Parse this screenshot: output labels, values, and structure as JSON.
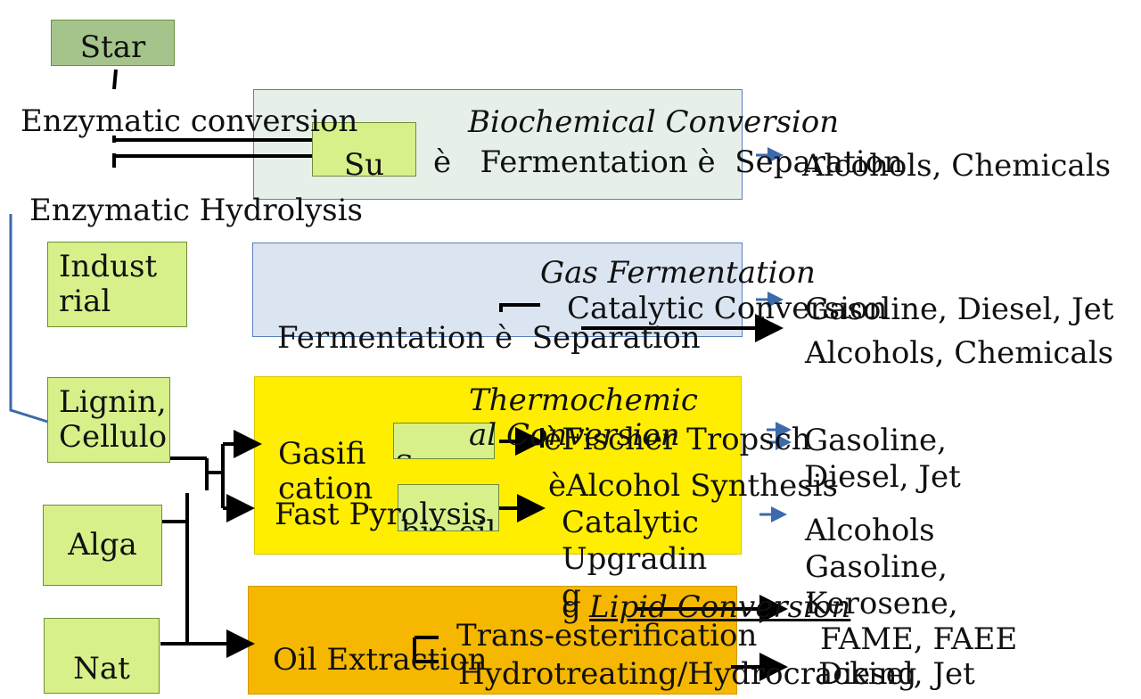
{
  "colors": {
    "feedstock_fill": "#d8f08a",
    "starch_fill": "#a5c48c",
    "biochemical_panel": "#e6f0e8",
    "gas_panel": "#dbe5f1",
    "thermochemical_panel": "#ffee00",
    "lipid_panel": "#f5b700",
    "arrow_blue": "#3d6aaa",
    "line_black": "#000000"
  },
  "feedstocks": {
    "starch": "Star",
    "sugar": "Su",
    "industrial": "Indust\nrial",
    "lignin": "Lignin,\nCellulo",
    "algae": "Alga",
    "natural": "Nat",
    "syngas": "Syngas",
    "bio_oil": "bio-oil"
  },
  "biochemical": {
    "title": "Biochemical Conversion",
    "enzymatic_conversion": "Enzymatic conversion",
    "enzymatic_hydrolysis": "Enzymatic Hydrolysis",
    "process": "è   Fermentation è  Separation",
    "product": "Alcohols, Chemicals"
  },
  "gas": {
    "title": "Gas Fermentation",
    "catalytic": "Catalytic Conversion",
    "process": "Fermentation è  Separation",
    "product_fuels": "Gasoline, Diesel, Jet",
    "product_chem": "Alcohols, Chemicals"
  },
  "thermochemical": {
    "title": "Thermochemic\nal Conversion",
    "gasification": "Gasifi\ncation",
    "fast_pyrolysis": "Fast Pyrolysis",
    "fischer_tropsch": "èFischer Tropsch",
    "alcohol_synthesis": "èAlcohol Synthesis",
    "catalytic_upgrading": "Catalytic\nUpgradin\ng",
    "product_fuels": "Gasoline,\nDiesel, Jet",
    "product_alcohols": "Alcohols",
    "product_fuels_2": "Gasoline,\nKerosene,"
  },
  "lipid": {
    "title": "Lipid Conversion",
    "oil_extraction": "Oil Extraction",
    "transesterification": "Trans-esterification",
    "hydrotreating": "Hydrotreating/Hydrocracking",
    "product_fame": "FAME, FAEE",
    "product_diesel": "Diesel, Jet"
  }
}
